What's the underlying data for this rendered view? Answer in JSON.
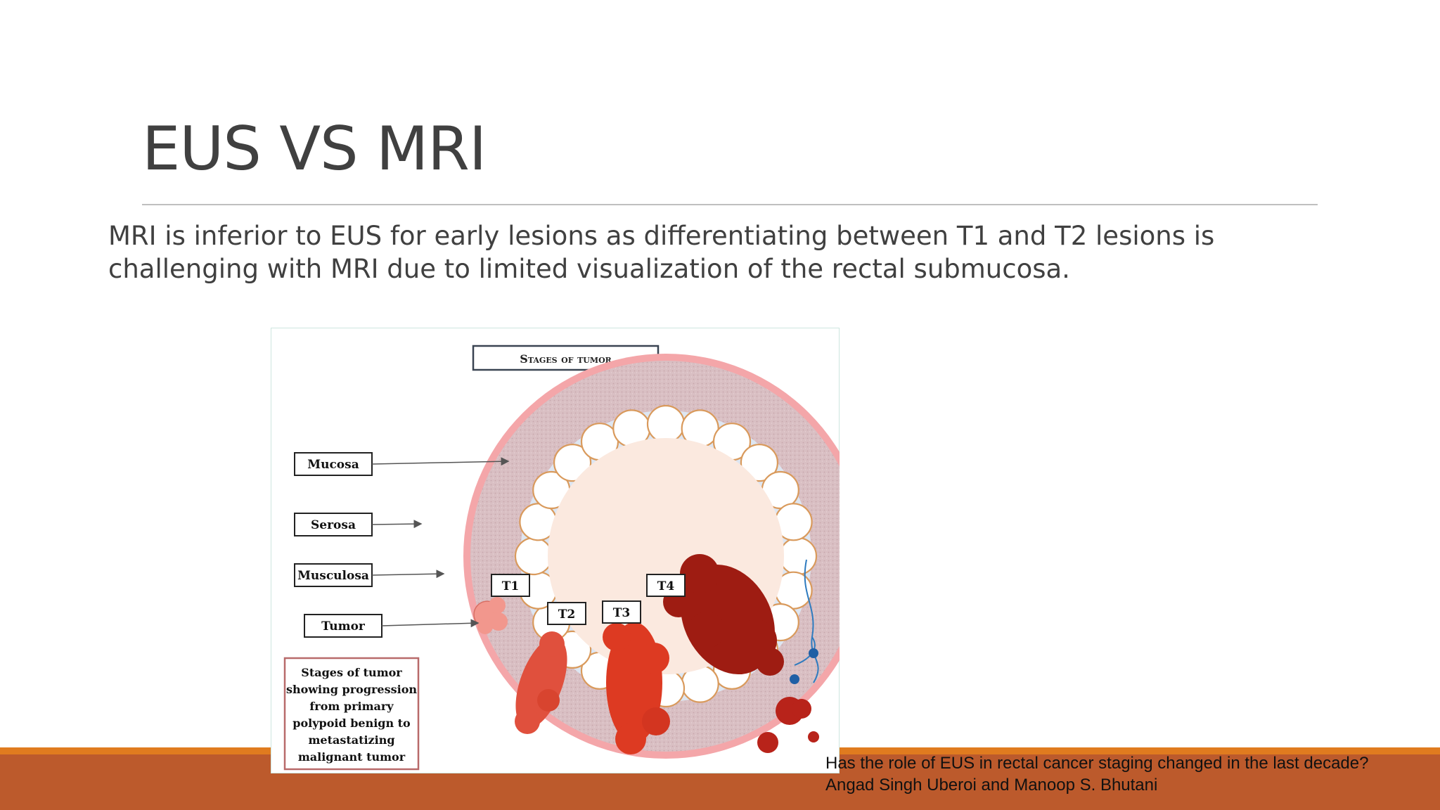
{
  "slide": {
    "title": "EUS VS MRI",
    "body": "MRI is inferior to EUS for early lesions as differentiating between T1 and T2 lesions is challenging with MRI due to limited visualization of the rectal submucosa."
  },
  "figure": {
    "heading": "Stages of tumor",
    "labels": {
      "mucosa": "Mucosa",
      "serosa": "Serosa",
      "musculosa": "Musculosa",
      "tumor": "Tumor"
    },
    "stages": [
      "T1",
      "T2",
      "T3",
      "T4"
    ],
    "caption_lines": [
      "Stages of tumor",
      "showing progression",
      "from primary",
      "polypoid benign to",
      "metastatizing",
      "malignant tumor"
    ],
    "colors": {
      "serosa_ring": "#f4a6a9",
      "musculosa": "#d9bfc3",
      "mucosa_layer": "#dde6f2",
      "lumen": "#fbe9df",
      "t1": "#f2978d",
      "t2": "#e0503d",
      "t3": "#dd3a22",
      "t4": "#9e1c12",
      "nerve": "#2e7bbf"
    }
  },
  "citation": {
    "line1": "Has the role of EUS in rectal cancer staging changed in the last decade?",
    "line2": "Angad Singh Uberoi and Manoop S. Bhutani"
  },
  "theme": {
    "footer_thin": "#e07b1f",
    "footer_band": "#bc5a2c",
    "text": "#404040"
  }
}
